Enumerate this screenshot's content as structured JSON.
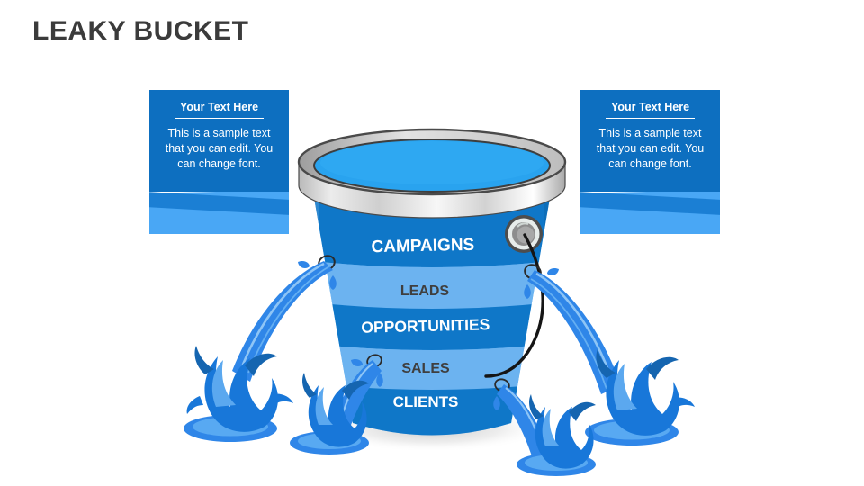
{
  "page": {
    "title": "LEAKY BUCKET",
    "background_color": "#ffffff"
  },
  "colors": {
    "title_text": "#3b3b3b",
    "callout_bg": "#0d6fc0",
    "ribbon_light": "#49a7f5",
    "ribbon_stripe": "#1b7fd4",
    "band_dark": "#0f77c8",
    "band_light": "#6cb3f0",
    "water_surface": "#29a3ef",
    "water_stream": "#2f86e8",
    "splash_dark": "#1565b0",
    "splash_mid": "#1877d9",
    "splash_light": "#5ba8ef",
    "rim_metal": "#d8d8d8",
    "rim_outline": "#4a4a4a"
  },
  "callouts": [
    {
      "id": "left",
      "heading": "Your Text Here",
      "text": "This is a sample text that you can edit. You can change font."
    },
    {
      "id": "right",
      "heading": "Your Text Here",
      "text": "This is a sample text that you can edit. You can change font."
    }
  ],
  "bucket": {
    "name": "leaky-bucket",
    "rim_label": "bucket-rim",
    "water_label": "water-surface",
    "grommet_label": "handle-grommet",
    "handle_label": "bucket-handle",
    "bands": [
      {
        "label": "CAMPAIGNS",
        "style": "dark",
        "text_color": "#ffffff",
        "band_color": "#0f77c8"
      },
      {
        "label": "LEADS",
        "style": "light",
        "text_color": "#3f3f3f",
        "band_color": "#6cb3f0"
      },
      {
        "label": "OPPORTUNITIES",
        "style": "dark",
        "text_color": "#ffffff",
        "band_color": "#0f77c8"
      },
      {
        "label": "SALES",
        "style": "light",
        "text_color": "#3f3f3f",
        "band_color": "#6cb3f0"
      },
      {
        "label": "CLIENTS",
        "style": "dark",
        "text_color": "#ffffff",
        "band_color": "#0f77c8"
      }
    ]
  },
  "leaks": [
    {
      "id": 1,
      "side": "left",
      "source": "upper-left-hole",
      "splash_label": "splash-upper-left"
    },
    {
      "id": 2,
      "side": "right",
      "source": "upper-right-hole",
      "splash_label": "splash-upper-right"
    },
    {
      "id": 3,
      "side": "left",
      "source": "lower-left-hole",
      "splash_label": "splash-lower-left"
    },
    {
      "id": 4,
      "side": "right",
      "source": "lower-right-hole",
      "splash_label": "splash-lower-right"
    }
  ]
}
